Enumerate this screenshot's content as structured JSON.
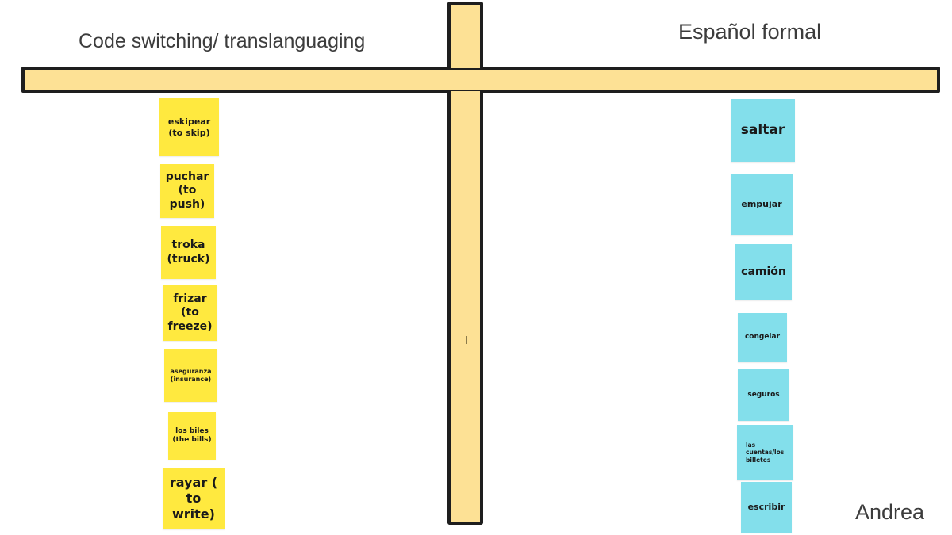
{
  "headings": {
    "left": "Code switching/ translanguaging",
    "right": "Español formal"
  },
  "author": "Andrea",
  "notes_left": [
    {
      "text": "eskipear\n(to skip)"
    },
    {
      "text": "puchar\n(to\npush)"
    },
    {
      "text": "troka\n(truck)"
    },
    {
      "text": "frizar\n(to\nfreeze)"
    },
    {
      "text": "aseguranza\n(insurance)"
    },
    {
      "text": "los biles\n(the bills)"
    },
    {
      "text": "rayar (\nto\nwrite)"
    }
  ],
  "notes_right": [
    {
      "text": "saltar"
    },
    {
      "text": "empujar"
    },
    {
      "text": "camión"
    },
    {
      "text": "congelar"
    },
    {
      "text": "seguros"
    },
    {
      "text": "las\ncuentas/los\nbilletes"
    },
    {
      "text": "escribir"
    }
  ],
  "colors": {
    "bar_fill": "#fde195",
    "bar_outline": "#1e1e1e",
    "note_yellow": "#ffe93f",
    "note_cyan": "#83dfeb",
    "heading_text": "#3c3c3c"
  }
}
